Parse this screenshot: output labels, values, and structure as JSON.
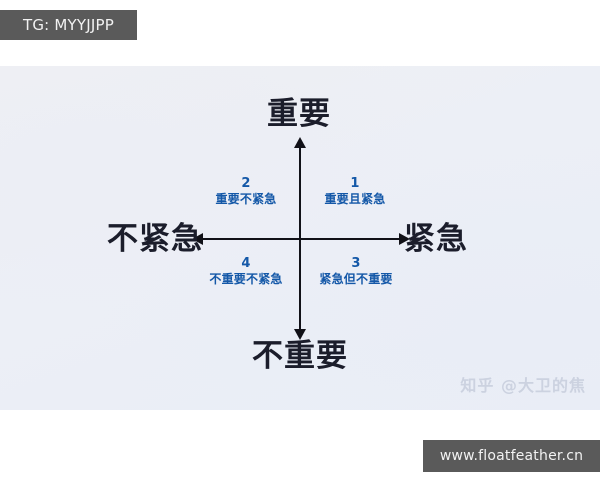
{
  "top_badge": {
    "label": "TG: MYYJJPP"
  },
  "chart_data": {
    "type": "scatter",
    "title": "",
    "subtitle": "",
    "xlabel": "",
    "ylabel": "",
    "axes": {
      "vertical": {
        "positive_label": "重要",
        "negative_label": "不重要",
        "arrow_up": "▲",
        "arrow_down": "▼"
      },
      "horizontal": {
        "positive_label": "紧急",
        "negative_label": "不紧急",
        "arrow_left": "◀",
        "arrow_right": "▶"
      }
    },
    "quadrants": [
      {
        "id": 1,
        "number": "1",
        "label": "重要且紧急",
        "position": "top-right",
        "importance": "high",
        "urgency": "high"
      },
      {
        "id": 2,
        "number": "2",
        "label": "重要不紧急",
        "position": "top-left",
        "importance": "high",
        "urgency": "low"
      },
      {
        "id": 3,
        "number": "3",
        "label": "紧急但不重要",
        "position": "bottom-right",
        "importance": "low",
        "urgency": "high"
      },
      {
        "id": 4,
        "number": "4",
        "label": "不重要不紧急",
        "position": "bottom-left",
        "importance": "low",
        "urgency": "low"
      }
    ],
    "grid": false,
    "legend": "none",
    "colors": {
      "quadrant_text": "#1458a8",
      "axis_label": "#1b1d2b",
      "axis_line": "#111118",
      "background": "#ecf0f7",
      "watermark": "#ccd2e0",
      "badge_background": "#5a5a5a"
    }
  },
  "watermark": {
    "text": "知乎 @大卫的焦"
  },
  "url_bar": {
    "text": "www.floatfeather.cn"
  }
}
